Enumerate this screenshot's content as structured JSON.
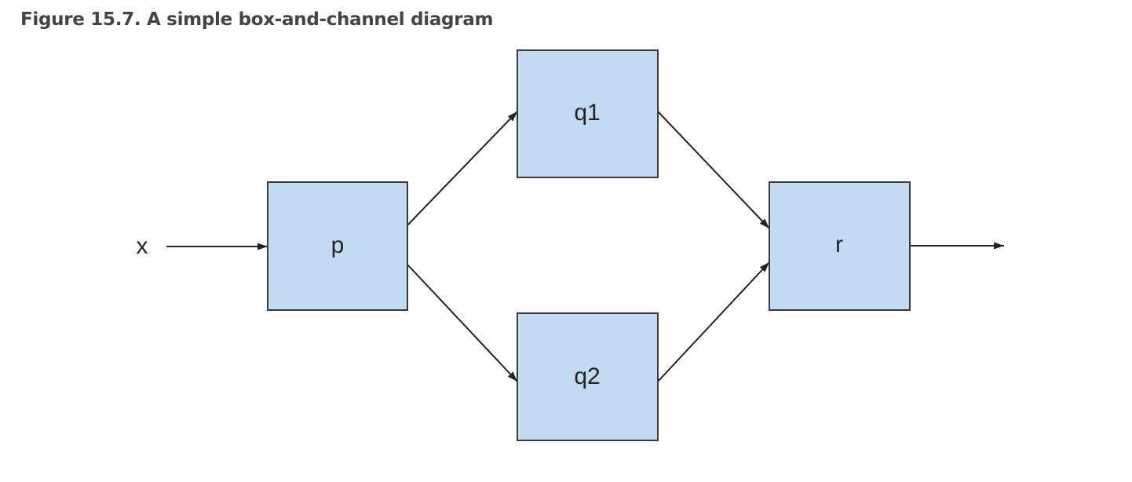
{
  "figure": {
    "caption": "Figure 15.7. A simple box-and-channel diagram"
  },
  "diagram": {
    "input_label": "x",
    "nodes": {
      "p": "p",
      "q1": "q1",
      "q2": "q2",
      "r": "r"
    },
    "colors": {
      "box_fill": "#c2dbf2",
      "box_stroke": "#3a3a3a",
      "arrow": "#222222"
    }
  }
}
